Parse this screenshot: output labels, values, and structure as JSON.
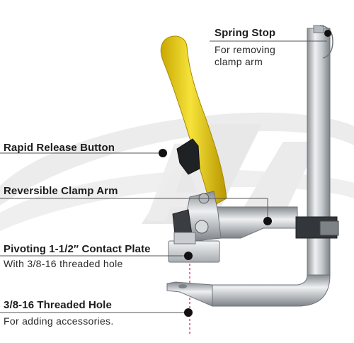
{
  "callouts": {
    "spring_stop": {
      "title": "Spring Stop",
      "lines": [
        "For removing",
        "clamp arm"
      ]
    },
    "rapid_release": {
      "title": "Rapid Release Button"
    },
    "clamp_arm": {
      "title": "Reversible Clamp Arm"
    },
    "contact_plate": {
      "title": "Pivoting 1-1/2″ Contact Plate",
      "sub": "With 3/8-16 threaded hole"
    },
    "threaded_hole": {
      "title": "3/8-16 Threaded Hole",
      "sub": "For adding accessories."
    }
  },
  "colors": {
    "handle_yellow": "#f2dc2a",
    "steel": "#c9cdd1",
    "watermark": "#e6e6e6",
    "leader_line": "#555555",
    "callout_dot": "#111111",
    "axis_dash": "#d42a7a"
  }
}
